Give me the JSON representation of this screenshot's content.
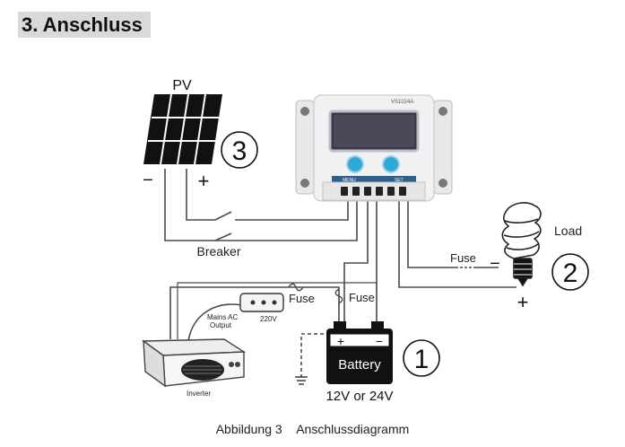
{
  "heading": "3. Anschluss",
  "labels": {
    "pv": "PV",
    "breaker": "Breaker",
    "load": "Load",
    "fuse_load": "Fuse",
    "fuse_inverter": "Fuse",
    "fuse_battery": "Fuse",
    "battery": "Battery",
    "battery_voltage": "12V or 24V",
    "plus": "+",
    "minus": "−",
    "mains_ac_output_line1": "Mains AC",
    "mains_ac_output_line2": "Output",
    "socket_voltage": "220V",
    "inverter": "Inverter",
    "controller_brand": "VS1024A",
    "display_left": "MENU",
    "display_right": "SET"
  },
  "markers": {
    "one": "1",
    "two": "2",
    "three": "3"
  },
  "caption": {
    "figure": "Abbildung 3",
    "title": "Anschlussdiagramm"
  },
  "colors": {
    "wire": "#4a4a4a",
    "knob": "#2fa7d8",
    "display": "#3a3a46"
  }
}
